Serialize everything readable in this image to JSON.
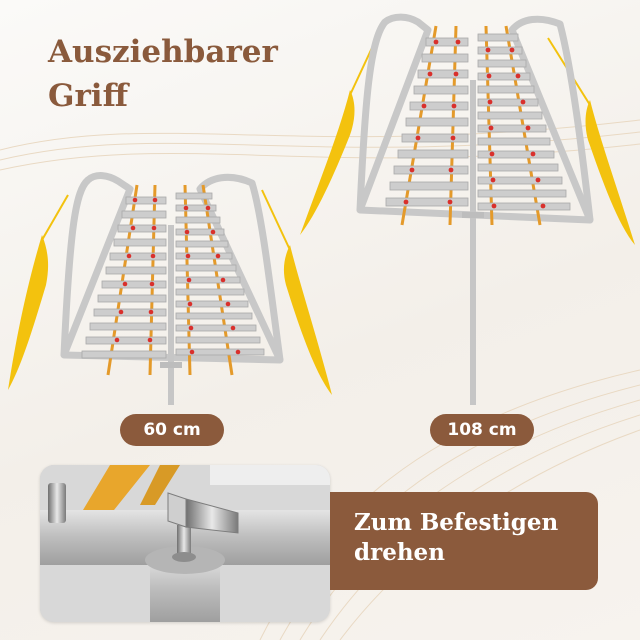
{
  "headline": "Ausziehbarer\nGriff",
  "sizes": {
    "small": "60 cm",
    "large": "108 cm"
  },
  "banner": "Zum Befestigen\ndrehen",
  "colors": {
    "brown": "#8b5a3c",
    "gold": "#f3c20e",
    "silver": "#c9c9c9",
    "red_pin": "#d9302c",
    "felt": "#e49a2a"
  },
  "icons": [
    "xylophone-small-image",
    "xylophone-large-image",
    "wing-screw-detail-image"
  ]
}
